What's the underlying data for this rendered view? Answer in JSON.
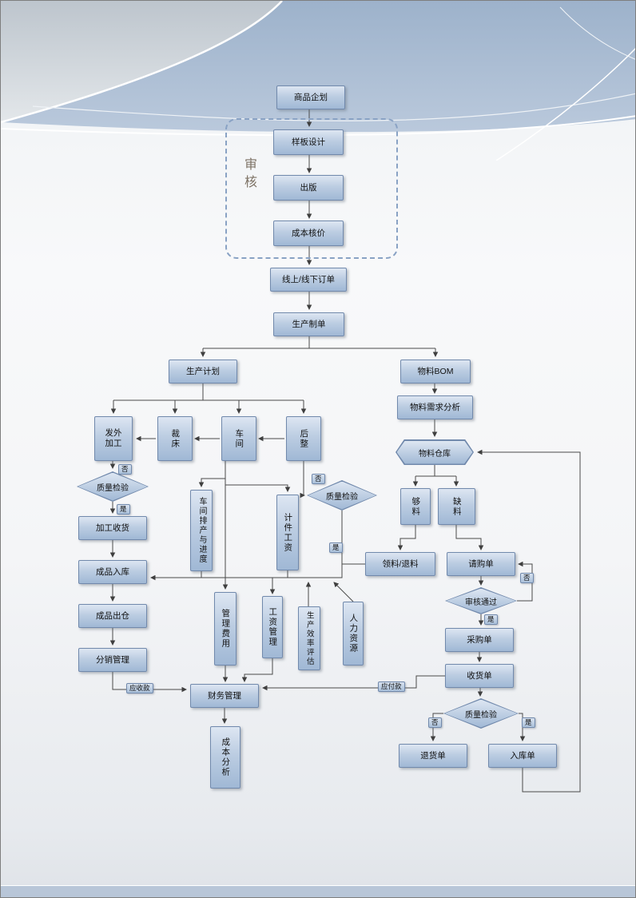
{
  "audit_group": {
    "label": "审核"
  },
  "nodes": {
    "product_planning": "商品企划",
    "sample_design": "样板设计",
    "publish": "出版",
    "cost_pricing": "成本核价",
    "online_offline_order": "线上/线下订单",
    "production_order": "生产制单",
    "production_plan": "生产计划",
    "material_bom": "物料BOM",
    "outsourced_processing": "发外加工",
    "cutting_bed": "裁床",
    "workshop": "车间",
    "finishing": "后整",
    "qc_outsource": "质量检验",
    "processing_receipt": "加工收货",
    "finished_goods_inbound": "成品入库",
    "finished_goods_outbound": "成品出仓",
    "distribution_mgmt": "分销管理",
    "workshop_scheduling": "车间排产与进度",
    "piece_rate_wage": "计件工资",
    "qc_production": "质量检验",
    "management_expense": "管理费用",
    "wage_mgmt": "工资管理",
    "efficiency_evaluation": "生产效率评估",
    "human_resources": "人力资源",
    "finance_mgmt": "财务管理",
    "cost_analysis": "成本分析",
    "material_requirement_analysis": "物料需求分析",
    "material_warehouse": "物料仓库",
    "material_sufficient": "够料",
    "material_shortage": "缺料",
    "material_pick_return": "领料/退料",
    "purchase_requisition": "请购单",
    "audit_approval": "审核通过",
    "purchase_order": "采购单",
    "receiving_note": "收货单",
    "qc_purchase": "质量检验",
    "return_note": "退货单",
    "inbound_note": "入库单"
  },
  "badges": {
    "yes": "是",
    "no": "否",
    "receivable": "应收款",
    "payable": "应付款"
  },
  "colors": {
    "node_border": "#7189ac",
    "node_fill_top": "#dde6f2",
    "node_fill_bottom": "#a0b8d5",
    "header_blue": "#a5b9d1",
    "footer_strip": "#b8c6d8",
    "connector": "#4a4a4a"
  }
}
